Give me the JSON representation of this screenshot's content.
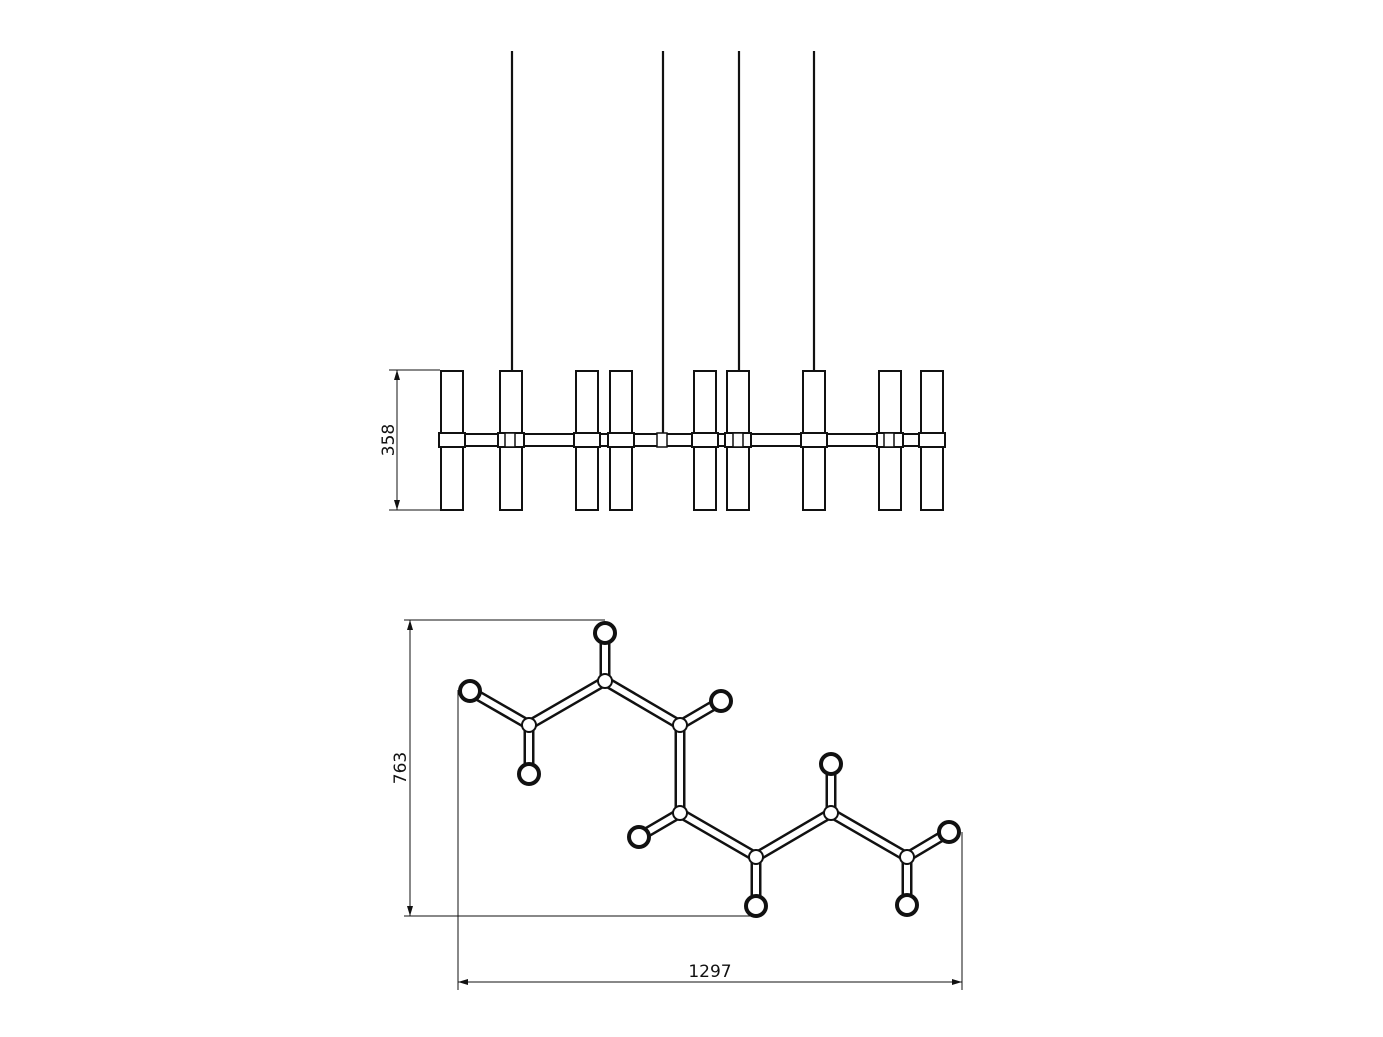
{
  "diagram": {
    "colors": {
      "stroke": "#111111",
      "fill": "#ffffff"
    },
    "elevation_view": {
      "height_dimension": "358"
    },
    "plan_view": {
      "depth_dimension": "763",
      "width_dimension": "1297"
    }
  }
}
